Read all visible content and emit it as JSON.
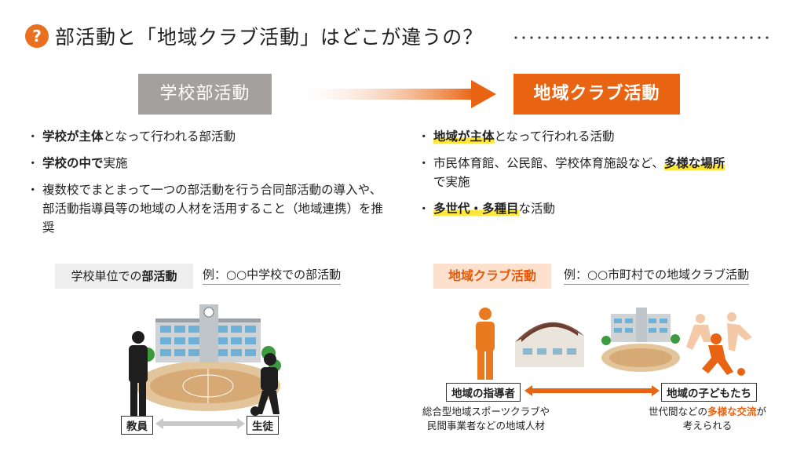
{
  "header": {
    "icon": "?",
    "title": "部活動と「地域クラブ活動」はどこが違うの？"
  },
  "left": {
    "box": "学校部活動",
    "bullets": [
      {
        "parts": [
          {
            "t": "学校が主体",
            "s": "bold"
          },
          {
            "t": "となって行われる部活動",
            "s": ""
          }
        ]
      },
      {
        "parts": [
          {
            "t": "学校の中で",
            "s": "bold"
          },
          {
            "t": "実施",
            "s": ""
          }
        ]
      },
      {
        "parts": [
          {
            "t": "複数校でまとまって一つの部活動を行う合同部活動の導入や、部活動指導員等の地域の人材を活用すること（地域連携）を推奨",
            "s": ""
          }
        ]
      }
    ],
    "label_pre": "学校単位での",
    "label_bold": "部活動",
    "example": "例：○○中学校での部活動",
    "tag_staff": "教員",
    "tag_student": "生徒"
  },
  "right": {
    "box": "地域クラブ活動",
    "bullets": [
      {
        "parts": [
          {
            "t": "地域が主体",
            "s": "hl"
          },
          {
            "t": "となって行われる活動",
            "s": ""
          }
        ]
      },
      {
        "parts": [
          {
            "t": "市民体育館、公民館、学校体育施設など、",
            "s": ""
          },
          {
            "t": "多様な場所",
            "s": "hl"
          },
          {
            "t": "で実施",
            "s": ""
          }
        ]
      },
      {
        "parts": [
          {
            "t": "多世代・多種目",
            "s": "hl"
          },
          {
            "t": "な活動",
            "s": ""
          }
        ]
      }
    ],
    "label": "地域クラブ活動",
    "example": "例：○○市町村での地域クラブ活動",
    "tag_leader": "地域の指導者",
    "tag_children": "地域の子どもたち",
    "note_leader_1": "総合型地域スポーツクラブや",
    "note_leader_2": "民間事業者などの地域人材",
    "note_children_1_pre": "世代間などの",
    "note_children_1_hl": "多様な交流",
    "note_children_1_post": "が",
    "note_children_2": "考えられる"
  },
  "colors": {
    "accent": "#e86412",
    "gray": "#a3a09d",
    "highlight": "#ffe63a"
  }
}
